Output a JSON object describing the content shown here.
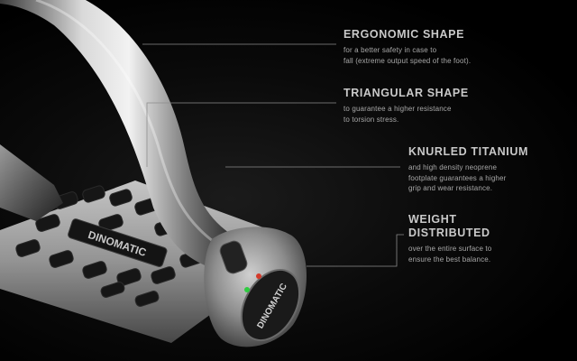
{
  "callouts": [
    {
      "title": "ERGONOMIC SHAPE",
      "desc_lines": [
        "for a better safety in case to",
        "fall (extreme output speed of the foot)."
      ]
    },
    {
      "title": "TRIANGULAR SHAPE",
      "desc_lines": [
        "to guarantee a higher resistance",
        "to torsion stress."
      ]
    },
    {
      "title": "KNURLED TITANIUM",
      "desc_lines": [
        "and high density neoprene",
        "footplate guarantees a higher",
        "grip and wear resistance."
      ]
    },
    {
      "title_lines": [
        "WEIGHT",
        "DISTRIBUTED"
      ],
      "desc_lines": [
        "over the entire surface to",
        "ensure the best balance."
      ]
    }
  ],
  "brand_text": "DINOMATIC",
  "colors": {
    "background": "#000000",
    "metal_highlight": "#e6e6e6",
    "metal_mid": "#8a8a8a",
    "rubber": "#1a1a1a",
    "leader_line": "#8c8c8c",
    "text": "#bdbdbd",
    "led_green": "#2ecc40",
    "led_red": "#d43a2a"
  }
}
